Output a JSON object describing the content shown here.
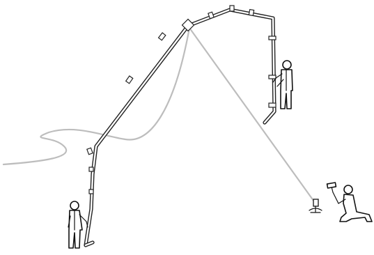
{
  "figure": {
    "kind": "illustration",
    "palette": {
      "background": "#ffffff",
      "outline": "#222222",
      "rope": "#bdbdbd"
    },
    "objects": {
      "pipe": "articulated-tube",
      "rope": "guide-rope",
      "people": [
        "worker-bottom-left",
        "worker-top-right",
        "worker-kneeling-with-hammer"
      ],
      "anchor": "ground-stake"
    }
  }
}
